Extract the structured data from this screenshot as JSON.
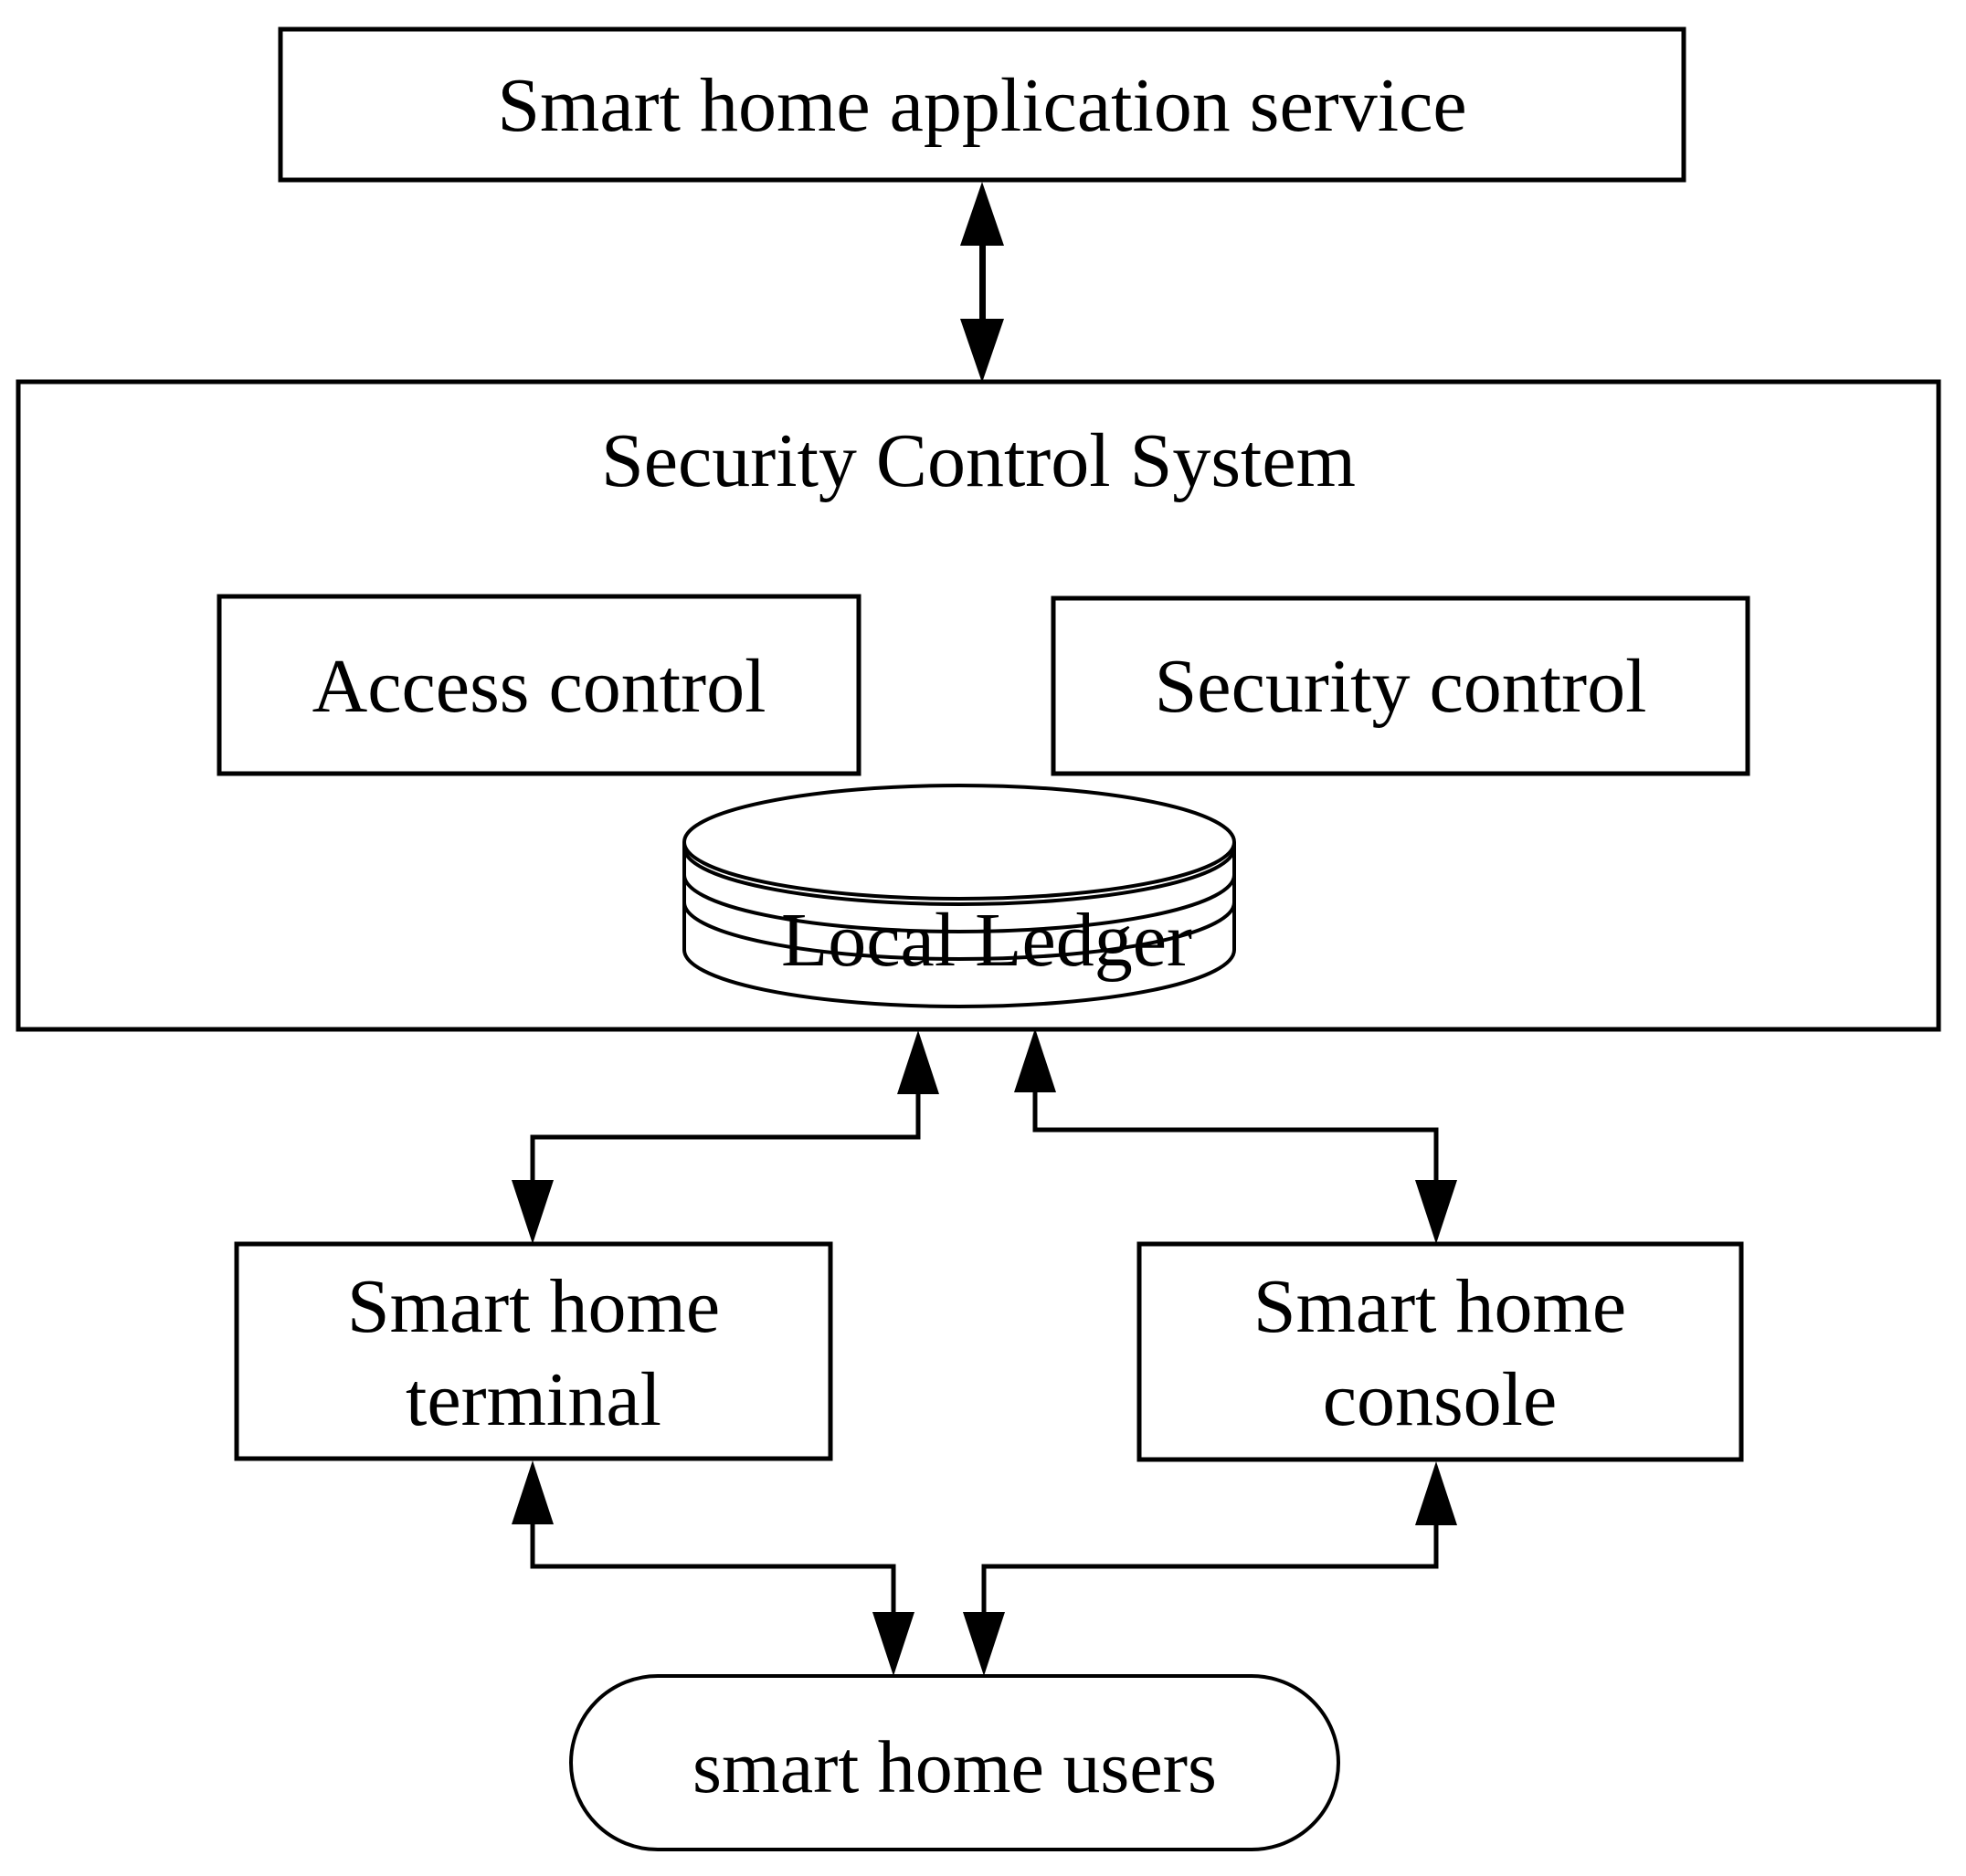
{
  "colors": {
    "stroke": "#000000",
    "background": "#ffffff",
    "node_fill": "#ffffff"
  },
  "nodes": {
    "application_service": {
      "label": "Smart home application service"
    },
    "security_control_system": {
      "label": "Security Control System"
    },
    "access_control": {
      "label": "Access control"
    },
    "security_control": {
      "label": "Security control"
    },
    "local_ledger": {
      "label": "Local Ledger"
    },
    "smart_home_terminal": {
      "label_line1": "Smart home",
      "label_line2": "terminal"
    },
    "smart_home_console": {
      "label_line1": "Smart home",
      "label_line2": "console"
    },
    "smart_home_users": {
      "label": "smart home users"
    }
  },
  "edges": [
    {
      "from": "application_service",
      "to": "security_control_system",
      "direction": "bidirectional"
    },
    {
      "from": "security_control_system",
      "to": "smart_home_terminal",
      "direction": "bidirectional"
    },
    {
      "from": "security_control_system",
      "to": "smart_home_console",
      "direction": "bidirectional"
    },
    {
      "from": "smart_home_terminal",
      "to": "smart_home_users",
      "direction": "bidirectional"
    },
    {
      "from": "smart_home_console",
      "to": "smart_home_users",
      "direction": "bidirectional"
    }
  ]
}
